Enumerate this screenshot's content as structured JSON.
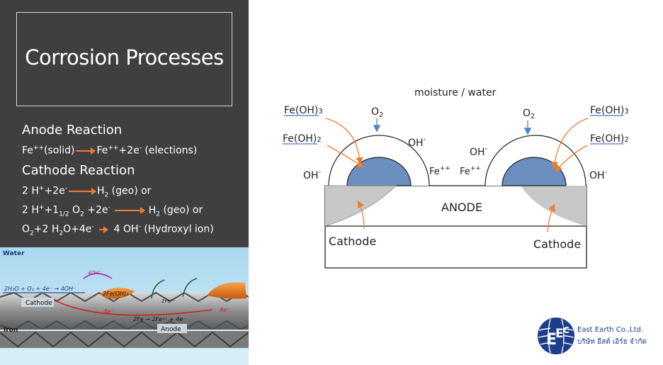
{
  "title": "Corrosion Processes",
  "anode": {
    "heading": "Anode Reaction",
    "line1_a": "Fe",
    "line1_b": "++",
    "line1_c": "(solid)",
    "line1_d": "Fe",
    "line1_e": "++",
    "line1_f": "+2e",
    "line1_g": "-",
    "line1_h": " (elections)"
  },
  "cathode": {
    "heading": "Cathode Reaction",
    "l1": [
      "2 H",
      "+",
      "+2e",
      "-",
      "H",
      "2",
      " (geo)   or"
    ],
    "l2": [
      "2 H",
      "+",
      "+1",
      "1/2",
      " O",
      "2",
      " +2e",
      "-",
      "H",
      "2",
      " (geo)   or"
    ],
    "l3": [
      "O",
      "2",
      "+2 H",
      "2",
      "O+4e",
      "-",
      "4 OH",
      "-",
      " (Hydroxyl ion)"
    ]
  },
  "illustration": {
    "water": "Water",
    "eq": "2H₂O + O₂ + 4e⁻ → 4OH⁻",
    "ohm": "4OH⁻",
    "feoh": "2Fe(OH)₂",
    "fe2": "2Fe²⁺",
    "cathode": "Cathode",
    "e1": "4e⁻",
    "e2": "4e⁻",
    "anode_eq": "2Fe → 2Fe²⁺ + 4e⁻",
    "anode": "Anode",
    "iron": "Iron"
  },
  "diagram": {
    "moisture": "moisture / water",
    "feoh3_left": "Fe(OH)",
    "feoh3_left_sub": "3",
    "feoh2_left": "Fe(OH)",
    "feoh2_left_sub": "2",
    "o2_left": "O",
    "o2_left_sub": "2",
    "o2_right": "O",
    "o2_right_sub": "2",
    "feoh3_right": "Fe(OH)",
    "feoh3_right_sub": "3",
    "feoh2_right": "Fe(OH)",
    "feoh2_right_sub": "2",
    "oh_left_outer": "OH",
    "oh_left_inner": "OH",
    "oh_right_inner": "OH",
    "oh_right_outer": "OH",
    "minus": "-",
    "fe_left": "Fe",
    "fe_right": "Fe",
    "plusplus": "++",
    "anode": "ANODE",
    "cathode_left": "Cathode",
    "cathode_right": "Cathode"
  },
  "company": {
    "name_en": "East Earth Co.,Ltd.",
    "name_th": "บริษัท อีสต์ เอิร์ธ จำกัด",
    "logo_letters": "EEC"
  }
}
